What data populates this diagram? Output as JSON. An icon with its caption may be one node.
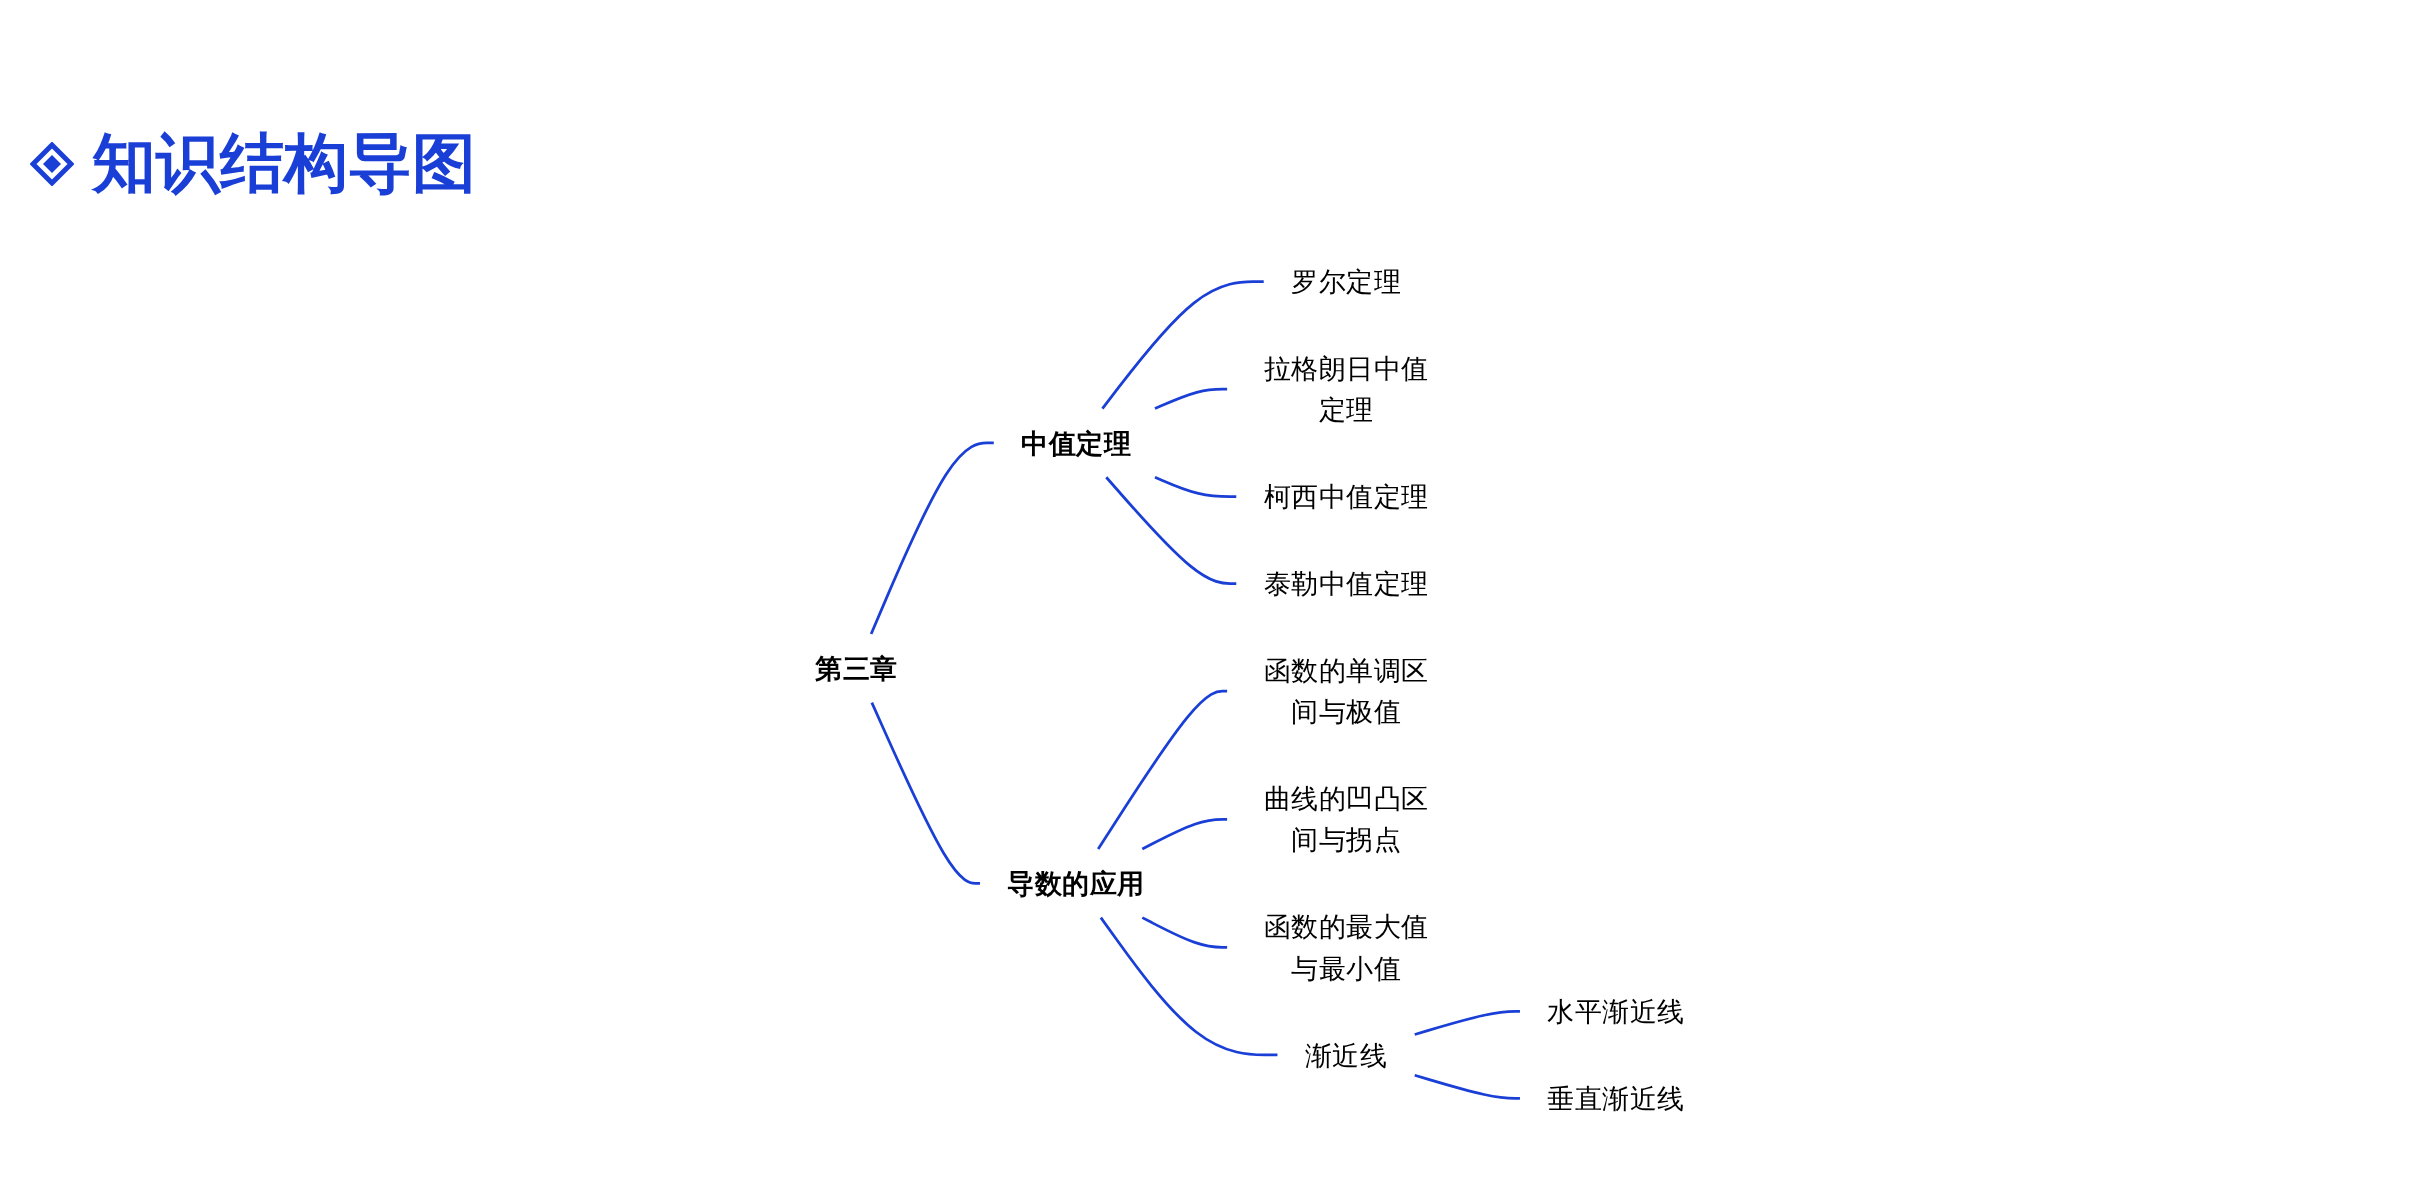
{
  "diagram": {
    "title": "知识结构导图",
    "nodes": [
      {
        "text": [
          "第三章"
        ]
      },
      {
        "text": [
          "中值定理"
        ]
      },
      {
        "text": [
          "罗尔定理"
        ]
      },
      {
        "text": [
          "拉格朗日中值定理"
        ]
      },
      {
        "text": [
          "柯西中值定理"
        ]
      },
      {
        "text": [
          "泰勒中值定理"
        ]
      },
      {
        "text": [
          "导数的应用"
        ]
      },
      {
        "text": [
          "函数的单调区间与极值"
        ]
      },
      {
        "text": [
          "曲线的凹凸区间与拐点"
        ]
      },
      {
        "text": [
          "函数的最大值与最小值"
        ]
      },
      {
        "text": [
          "渐近线"
        ]
      },
      {
        "text": [
          "水平渐近线"
        ]
      },
      {
        "text": [
          "垂直渐近线"
        ]
      }
    ],
    "edges": [
      {
        "from": 0,
        "to": 1,
        "arrow": "none"
      },
      {
        "from": 0,
        "to": 6,
        "arrow": "none"
      },
      {
        "from": 1,
        "to": 2,
        "arrow": "none"
      },
      {
        "from": 1,
        "to": 3,
        "arrow": "none"
      },
      {
        "from": 1,
        "to": 4,
        "arrow": "none"
      },
      {
        "from": 1,
        "to": 5,
        "arrow": "none"
      },
      {
        "from": 6,
        "to": 7,
        "arrow": "none"
      },
      {
        "from": 6,
        "to": 8,
        "arrow": "none"
      },
      {
        "from": 6,
        "to": 9,
        "arrow": "none"
      },
      {
        "from": 6,
        "to": 10,
        "arrow": "none"
      },
      {
        "from": 10,
        "to": 11,
        "arrow": "none"
      },
      {
        "from": 10,
        "to": 12,
        "arrow": "none"
      }
    ]
  }
}
